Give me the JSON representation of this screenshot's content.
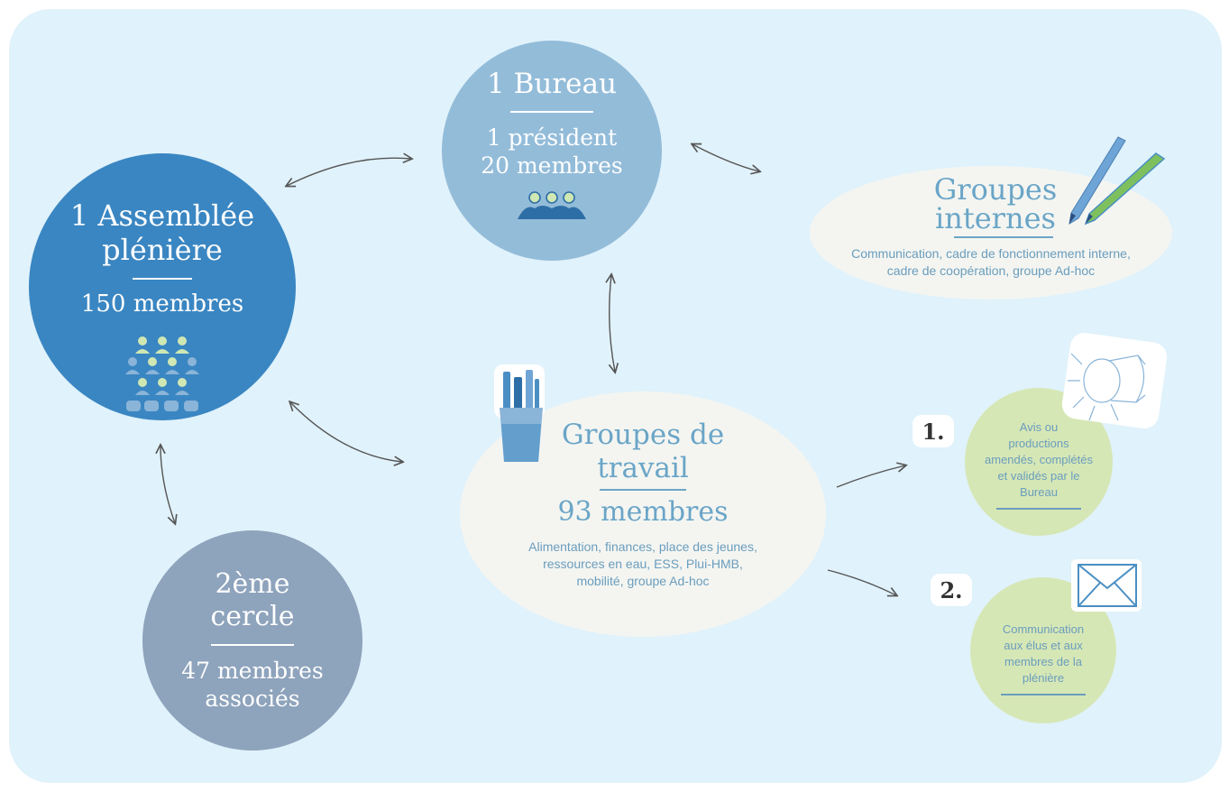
{
  "assemblee": {
    "title_line1": "1 Assemblée",
    "title_line2": "plénière",
    "count": "150 membres"
  },
  "bureau": {
    "title": "1 Bureau",
    "line1": "1 président",
    "line2": "20 membres"
  },
  "groupes_internes": {
    "title_line1": "Groupes",
    "title_line2": "internes",
    "desc_line1": "Communication, cadre de fonctionnement interne,",
    "desc_line2": "cadre de coopération, groupe Ad-hoc"
  },
  "groupes_travail": {
    "title_line1": "Groupes de",
    "title_line2": "travail",
    "count": "93 membres",
    "desc_line1": "Alimentation, finances, place des jeunes,",
    "desc_line2": "ressources en eau, ESS, Plui-HMB,",
    "desc_line3": "mobilité, groupe Ad-hoc"
  },
  "cercle": {
    "title_line1": "2ème",
    "title_line2": "cercle",
    "line1": "47 membres",
    "line2": "associés"
  },
  "output1": {
    "badge": "1.",
    "line1": "Avis ou",
    "line2": "productions",
    "line3": "amendés, complétés",
    "line4": "et validés par le",
    "line5": "Bureau"
  },
  "output2": {
    "badge": "2.",
    "line1": "Communication",
    "line2": "aux élus et aux",
    "line3": "membres de la",
    "line4": "plénière"
  },
  "colors": {
    "background": "#e0f2fb",
    "assemblee": "#3a86c2",
    "bureau": "#93bcd9",
    "cercle": "#8ea3bc",
    "oval": "#f4f5f1",
    "green": "#d6e7b6",
    "title_text": "#6a9dbd",
    "people_light": "#cfe7b3",
    "people_dark": "#8ab4d8"
  },
  "icons": [
    "people-group-icon",
    "crowd-icon",
    "pencils-icon",
    "pencil-cup-icon",
    "spotlight-icon",
    "envelope-icon"
  ]
}
